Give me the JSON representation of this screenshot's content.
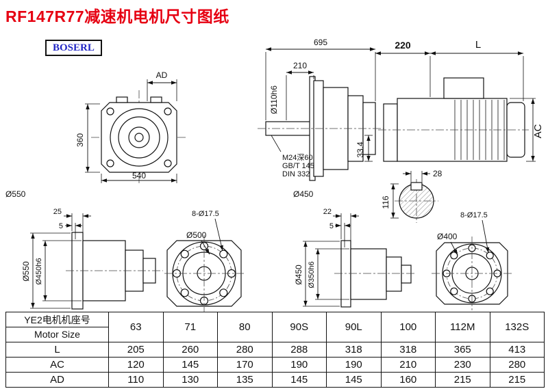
{
  "page": {
    "title": "RF147R77减速机电机尺寸图纸",
    "logo": "BOSERL"
  },
  "drawings": {
    "front_view": {
      "dim_ad": "AD",
      "dim_height": "360",
      "dim_width": "540",
      "dim_flange": "Ø550"
    },
    "side_view": {
      "dim_total": "695",
      "dim_shaft_len": "210",
      "dim_shaft_dia": "Ø110h6",
      "note_tap": "M24深60",
      "note_std1": "GB/T 145",
      "note_std2": "DIN 332",
      "dim_step": "33.4",
      "dim_flange": "Ø450"
    },
    "motor_view": {
      "dim_adapter": "220",
      "dim_motor_len": "L",
      "dim_ac": "AC",
      "dim_key": "28",
      "dim_shaft": "116"
    },
    "view_bl": {
      "dim_a": "25",
      "dim_b": "5",
      "dim_outer": "Ø550",
      "dim_spigot": "Ø450h6"
    },
    "view_bf1": {
      "holes": "8-Ø17.5",
      "bore": "Ø500"
    },
    "view_bm": {
      "dim_a": "22",
      "dim_b": "5",
      "dim_outer": "Ø450",
      "dim_spigot": "Ø350h6"
    },
    "view_bf2": {
      "holes": "8-Ø17.5",
      "bore": "Ø400"
    }
  },
  "table": {
    "row_header_line1": "YE2电机机座号",
    "row_header_line2": "Motor Size",
    "columns": [
      "63",
      "71",
      "80",
      "90S",
      "90L",
      "100",
      "112M",
      "132S"
    ],
    "rows": [
      {
        "label": "L",
        "values": [
          "205",
          "260",
          "280",
          "288",
          "318",
          "318",
          "365",
          "413"
        ]
      },
      {
        "label": "AC",
        "values": [
          "120",
          "145",
          "170",
          "190",
          "190",
          "210",
          "230",
          "280"
        ]
      },
      {
        "label": "AD",
        "values": [
          "110",
          "130",
          "135",
          "145",
          "145",
          "160",
          "215",
          "215"
        ]
      }
    ]
  }
}
